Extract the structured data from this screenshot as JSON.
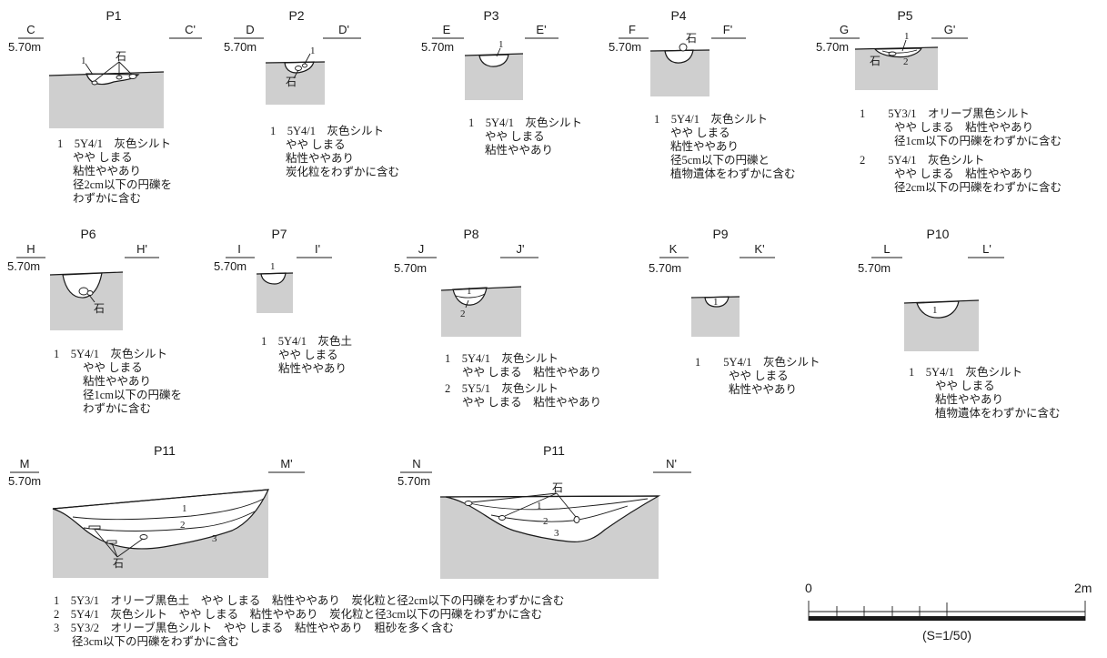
{
  "elevation": "5.70m",
  "sections": [
    {
      "id": "p1",
      "title": "P1",
      "left": "C",
      "right": "C'",
      "layer_labels": [
        "1"
      ],
      "stone_label": "石",
      "notes": [
        "1　5Y4/1　灰色シルト",
        "やや しまる",
        "粘性ややあり",
        "径2cm以下の円礫を",
        "わずかに含む"
      ]
    },
    {
      "id": "p2",
      "title": "P2",
      "left": "D",
      "right": "D'",
      "layer_labels": [
        "1"
      ],
      "stone_label": "石",
      "notes": [
        "1　5Y4/1　灰色シルト",
        "やや しまる",
        "粘性ややあり",
        "炭化粒をわずかに含む"
      ]
    },
    {
      "id": "p3",
      "title": "P3",
      "left": "E",
      "right": "E'",
      "layer_labels": [
        "1"
      ],
      "notes": [
        "1　5Y4/1　灰色シルト",
        "やや しまる",
        "粘性ややあり"
      ]
    },
    {
      "id": "p4",
      "title": "P4",
      "left": "F",
      "right": "F'",
      "stone_label": "石",
      "notes": [
        "1　5Y4/1　灰色シルト",
        "やや しまる",
        "粘性ややあり",
        "径5cm以下の円礫と",
        "植物遺体をわずかに含む"
      ]
    },
    {
      "id": "p5",
      "title": "P5",
      "left": "G",
      "right": "G'",
      "layer_labels": [
        "1",
        "2"
      ],
      "stone_label": "石",
      "notes": [
        "1　　5Y3/1　オリーブ黒色シルト",
        "やや しまる　粘性ややあり",
        "径1cm以下の円礫をわずかに含む",
        "2　　5Y4/1　灰色シルト",
        "やや しまる　粘性ややあり",
        "径2cm以下の円礫をわずかに含む"
      ]
    },
    {
      "id": "p6",
      "title": "P6",
      "left": "H",
      "right": "H'",
      "stone_label": "石",
      "notes": [
        "1　5Y4/1　灰色シルト",
        "やや しまる",
        "粘性ややあり",
        "径1cm以下の円礫を",
        "わずかに含む"
      ]
    },
    {
      "id": "p7",
      "title": "P7",
      "left": "I",
      "right": "I'",
      "layer_labels": [
        "1"
      ],
      "notes": [
        "1　5Y4/1　灰色土",
        "やや しまる",
        "粘性ややあり"
      ]
    },
    {
      "id": "p8",
      "title": "P8",
      "left": "J",
      "right": "J'",
      "layer_labels": [
        "1",
        "2"
      ],
      "notes": [
        "1　5Y4/1　灰色シルト",
        "やや しまる　粘性ややあり",
        "2　5Y5/1　灰色シルト",
        "やや しまる　粘性ややあり"
      ]
    },
    {
      "id": "p9",
      "title": "P9",
      "left": "K",
      "right": "K'",
      "layer_labels": [
        "1"
      ],
      "notes": [
        "1　　5Y4/1　灰色シルト",
        "やや しまる",
        "粘性ややあり"
      ]
    },
    {
      "id": "p10",
      "title": "P10",
      "left": "L",
      "right": "L'",
      "layer_labels": [
        "1"
      ],
      "notes": [
        "1　5Y4/1　灰色シルト",
        "やや しまる",
        "粘性ややあり",
        "植物遺体をわずかに含む"
      ]
    },
    {
      "id": "p11a",
      "title": "P11",
      "left": "M",
      "right": "M'",
      "layer_labels": [
        "1",
        "2",
        "3"
      ],
      "stone_label": "石"
    },
    {
      "id": "p11b",
      "title": "P11",
      "left": "N",
      "right": "N'",
      "layer_labels": [
        "1",
        "2",
        "3"
      ],
      "stone_label": "石"
    }
  ],
  "p11_notes": [
    "1　5Y3/1　オリーブ黒色土　やや しまる　粘性ややあり　炭化粒と径2cm以下の円礫をわずかに含む",
    "2　5Y4/1　灰色シルト　やや しまる　粘性ややあり　炭化粒と径3cm以下の円礫をわずかに含む",
    "3　5Y3/2　オリーブ黒色シルト　やや しまる　粘性ややあり　粗砂を多く含む",
    "径3cm以下の円礫をわずかに含む"
  ],
  "scale": {
    "start": "0",
    "end": "2m",
    "ratio": "(S=1/50)"
  }
}
